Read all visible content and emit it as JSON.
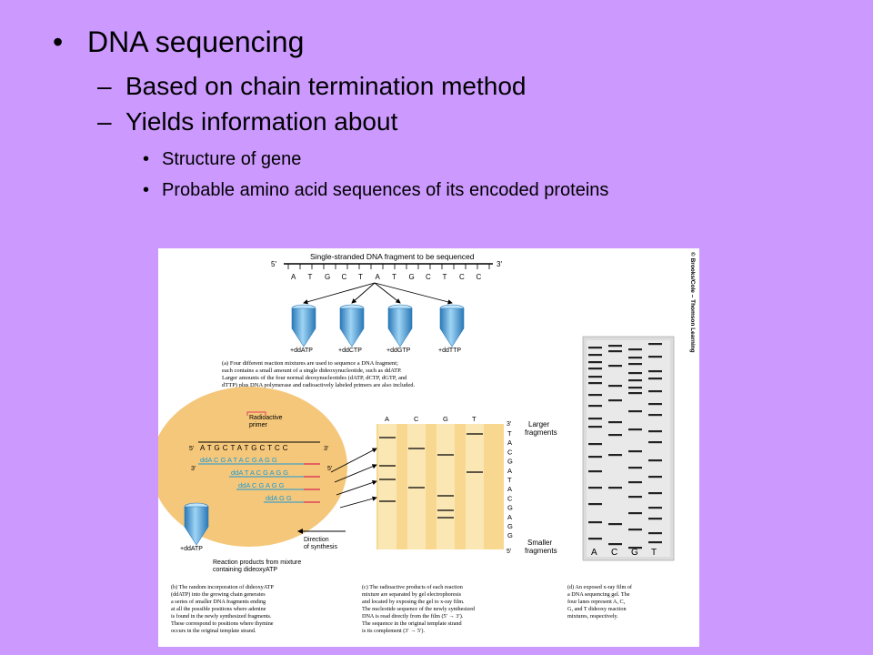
{
  "slide": {
    "bullet1": "DNA sequencing",
    "bullet2a": "Based on chain termination method",
    "bullet2b": "Yields information about",
    "bullet3a": "Structure of gene",
    "bullet3b": "Probable amino acid sequences of its encoded proteins",
    "bullet_mark": "•",
    "dash_mark": "–"
  },
  "figure": {
    "panel_a": {
      "header": "Single-stranded DNA fragment to be sequenced",
      "five_prime": "5′",
      "three_prime": "3′",
      "sequence": [
        "A",
        "T",
        "G",
        "C",
        "T",
        "A",
        "T",
        "G",
        "C",
        "T",
        "C",
        "C"
      ],
      "tubes": [
        "+ddATP",
        "+ddCTP",
        "+ddGTP",
        "+ddTTP"
      ],
      "caption_lines": [
        "(a)  Four different reaction mixtures are used to sequence a DNA fragment;",
        "each contains a small amount of a single dideoxynucleotide, such as ddATP.",
        "Larger amounts of the four normal deoxynucleotides (dATP, dCTP, dGTP, and",
        "dTTP) plus DNA polymerase and radioactively labeled primers are also included."
      ]
    },
    "copyright": "© Brooks/Cole – Thomson Learning",
    "panel_b": {
      "primer_label_1": "Radioactive",
      "primer_label_2": "primer",
      "template": "A T G C T A T G C T C C",
      "template_5": "5′",
      "template_3": "3′",
      "strands": [
        "ddA C G A T A C G A G G",
        "ddA T A C G A G G",
        "ddA C G A G G",
        "ddA G G"
      ],
      "strand_3": "3′",
      "strand_5": "5′",
      "tube_label": "+ddATP",
      "direction_1": "Direction",
      "direction_2": "of synthesis",
      "products_1": "Reaction products from mixture",
      "products_2": "containing dideoxyATP",
      "caption_lines": [
        "(b)  The random incorporation of dideoxyATP",
        "(ddATP) into the growing chain generates",
        "a series of smaller DNA fragments ending",
        "at all the possible positions where adenine",
        "is found in the newly synthesized fragments.",
        "These correspond to positions where thymine",
        "occurs in the original template strand."
      ]
    },
    "panel_c": {
      "lanes": [
        "A",
        "C",
        "G",
        "T"
      ],
      "top_label": "3′",
      "bottom_label": "5′",
      "larger_1": "Larger",
      "larger_2": "fragments",
      "smaller_1": "Smaller",
      "smaller_2": "fragments",
      "read_sequence": [
        "T",
        "A",
        "C",
        "G",
        "A",
        "T",
        "A",
        "C",
        "G",
        "A",
        "G",
        "G"
      ],
      "caption_lines": [
        "(c)  The radioactive products of each reaction",
        "mixture are separated by gel electrophoresis",
        "and located by exposing the gel to x-ray film.",
        "The nucleotide sequence of the newly synthesized",
        "DNA is read directly from the film (5′ → 3′).",
        "The sequence in the original template strand",
        "is its complement (3′ → 5′)."
      ]
    },
    "panel_d": {
      "lanes": [
        "A",
        "C",
        "G",
        "T"
      ],
      "caption_lines": [
        "(d)  An exposed x-ray film of",
        "a DNA sequencing gel. The",
        "four lanes represent A, C,",
        "G, and T dideoxy reaction",
        "mixtures, respectively."
      ]
    },
    "colors": {
      "background": "#cc99ff",
      "tube_blue": "#4fa8e0",
      "strand_cyan": "#1a9ad6",
      "primer_red": "#e0405a",
      "oval": "#f5c77a",
      "gel": "#f8d890",
      "gel_lane": "#fbe7b4"
    }
  }
}
